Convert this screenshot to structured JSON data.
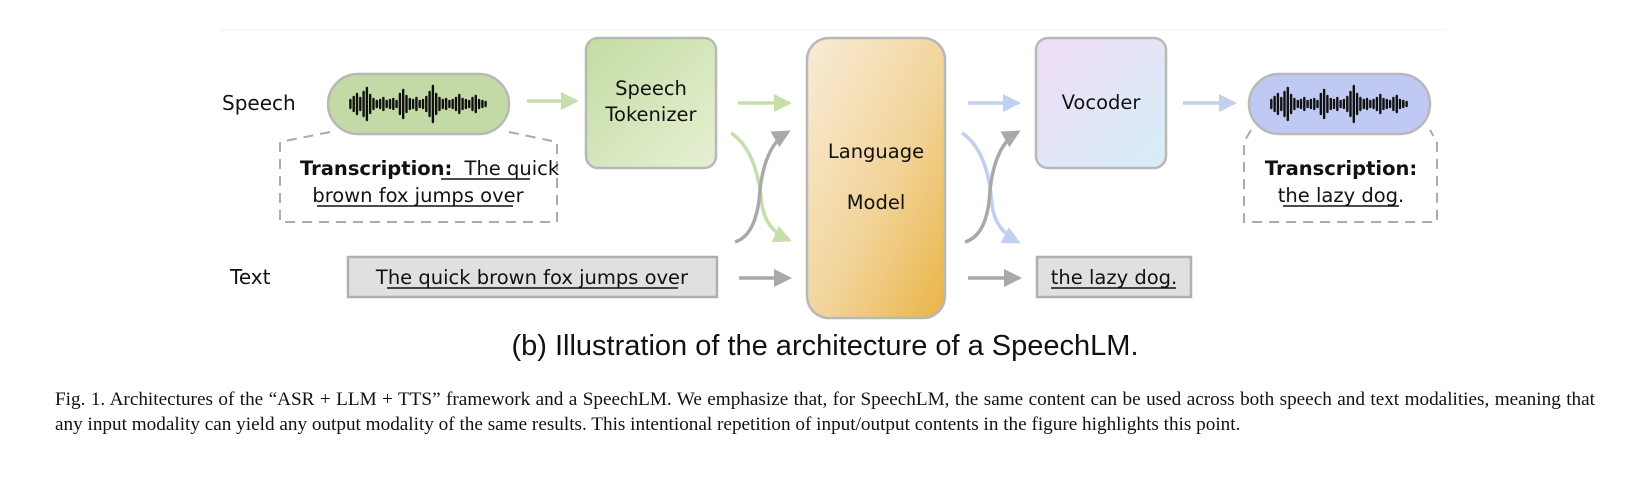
{
  "labels": {
    "speech_row": "Speech",
    "text_row": "Text"
  },
  "tokenizer": {
    "line1": "Speech",
    "line2": "Tokenizer"
  },
  "language_model": {
    "line1": "Language",
    "line2": "Model"
  },
  "vocoder": {
    "label": "Vocoder"
  },
  "input_transcription": {
    "heading": "Transcription:",
    "text_line1": "The quick",
    "text_line2": "brown fox jumps over"
  },
  "output_transcription": {
    "heading": "Transcription:",
    "text": "the lazy dog."
  },
  "input_text": "The quick brown fox jumps over",
  "output_text": "the lazy dog.",
  "subcaption": "(b) Illustration of the architecture of a SpeechLM.",
  "caption": "Fig. 1.  Architectures of the “ASR + LLM + TTS” framework and a SpeechLM. We emphasize that, for SpeechLM, the same content can be used across both speech and text modalities, meaning that any input modality can yield any output modality of the same results. This intentional repetition of input/output contents in the figure highlights this point.",
  "colors": {
    "speech_input": "#c3d9a6",
    "tokenizer": "#cfe3b0",
    "language_model_light": "#f6e6cc",
    "language_model_dark": "#e9b84a",
    "vocoder_light": "#ecdcf4",
    "vocoder_dark": "#d9f0f7",
    "speech_output": "#c0c9f3",
    "text_box": "#e0e0e0",
    "arrow_green": "#c6dfaa",
    "arrow_blue": "#c2d0ef",
    "arrow_gray": "#a9a9a9"
  }
}
